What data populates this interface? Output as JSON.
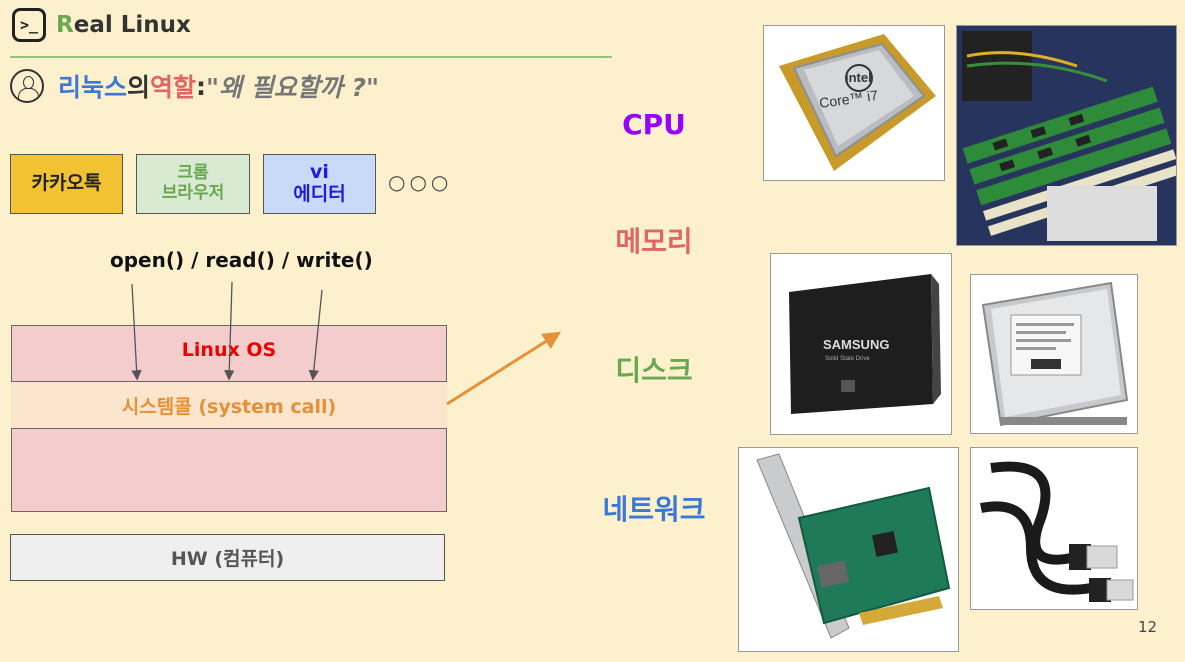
{
  "header": {
    "brand_first": "R",
    "brand_rest": "eal Linux",
    "terminal_icon_text": ">_"
  },
  "subtitle": {
    "part1": "리눅스",
    "part2": "의 ",
    "part3": "역할",
    "part4": ": ",
    "part5": "\"왜 필요할까 ?\""
  },
  "apps": [
    {
      "line1": "카카오톡",
      "line2": ""
    },
    {
      "line1": "크롬",
      "line2": "브라우저"
    },
    {
      "line1": "vi",
      "line2": "에디터"
    }
  ],
  "more_dots": "○○○",
  "calls_label": "open() / read() / write()",
  "os_label": "Linux OS",
  "syscall_label": "시스템콜 (system call)",
  "hw_label": "HW (컴퓨터)",
  "hardware": {
    "cpu": "CPU",
    "memory": "메모리",
    "disk": "디스크",
    "network": "네트워크"
  },
  "cpu_chip": {
    "brand": "intel",
    "model": "Core™ i7"
  },
  "ssd_text": {
    "brand": "SAMSUNG",
    "sub": "Solid State Drive"
  },
  "page_number": "12"
}
